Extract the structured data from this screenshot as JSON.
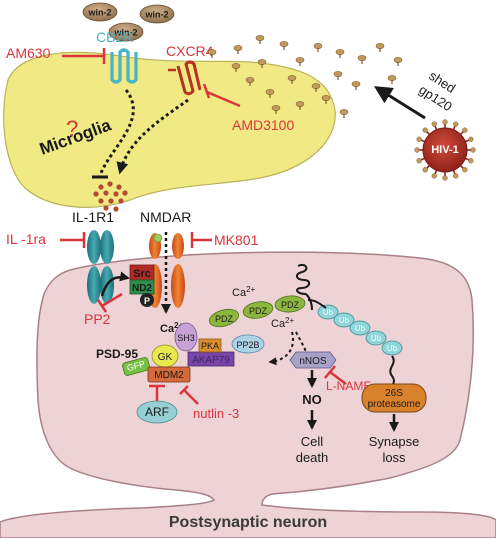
{
  "labels": {
    "win2_1": "win-2",
    "win2_2": "win-2",
    "win2_3": "win-2",
    "cb2r": "CB2R",
    "am630": "AM630",
    "cxcr4": "CXCR4",
    "amd3100": "AMD3100",
    "shed": "shed",
    "gp120": "gp120",
    "hiv": "HIV-1",
    "microglia": "Microglia",
    "question": "?",
    "il1r1": "IL-1R1",
    "il1ra": "IL -1ra",
    "nmdar": "NMDAR",
    "mk801": "MK801",
    "src": "Src",
    "nd2": "ND2",
    "p": "P",
    "pp2": "PP2",
    "ca_left_base": "Ca",
    "ca_mid_base": "Ca",
    "ca_right_base": "Ca",
    "ca_sup": "2+",
    "psd95": "PSD-95",
    "gfp": "GFP",
    "gk": "GK",
    "sh3": "SH3",
    "pka": "PKA",
    "akap": "AKAP79",
    "pdz1": "PDZ",
    "pdz2": "PDZ",
    "pdz3": "PDZ",
    "pp2b": "PP2B",
    "mdm2": "MDM2",
    "arf": "ARF",
    "nutlin": "nutlin -3",
    "nnos": "nNOS",
    "lname": "L-NAME",
    "no": "NO",
    "cell": "Cell",
    "death": "death",
    "ub": "Ub",
    "prot26s": "26S",
    "proteasome": "proteasome",
    "synapse": "Synapse",
    "loss": "loss",
    "neuron": "Postsynaptic neuron"
  },
  "colors": {
    "inhibitor": "#d8363b",
    "cb2r": "#47b3c6",
    "cxcr4": "#b43222",
    "microglia": "#f1ea84",
    "neuron": "#edd2d6",
    "neuron_stroke": "#a98088",
    "hiv": "#b33427",
    "gp120": "#c49a5c",
    "ub": "#8fd6da",
    "pdz": "#8db63f",
    "proteasome": "#d9822b"
  }
}
